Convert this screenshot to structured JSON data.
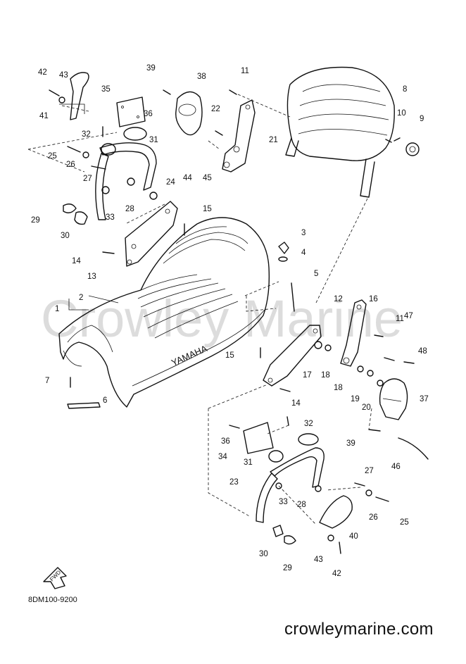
{
  "watermark": "Crowley Marine",
  "diagram_code": "8DM100-9200",
  "site": "crowleymarine.com",
  "seat_brand": "YAMAHA",
  "fwd_label": "FWD",
  "callouts": [
    "42",
    "43",
    "41",
    "35",
    "36",
    "39",
    "38",
    "11",
    "8",
    "22",
    "21",
    "10",
    "9",
    "32",
    "31",
    "25",
    "26",
    "27",
    "24",
    "44",
    "45",
    "33",
    "28",
    "29",
    "30",
    "15",
    "3",
    "4",
    "14",
    "13",
    "5",
    "2",
    "1",
    "12",
    "16",
    "11",
    "47",
    "48",
    "15",
    "17",
    "18",
    "7",
    "18",
    "19",
    "20",
    "6",
    "14",
    "37",
    "32",
    "36",
    "39",
    "34",
    "31",
    "46",
    "27",
    "23",
    "33",
    "28",
    "26",
    "25",
    "30",
    "40",
    "29",
    "43",
    "42"
  ]
}
